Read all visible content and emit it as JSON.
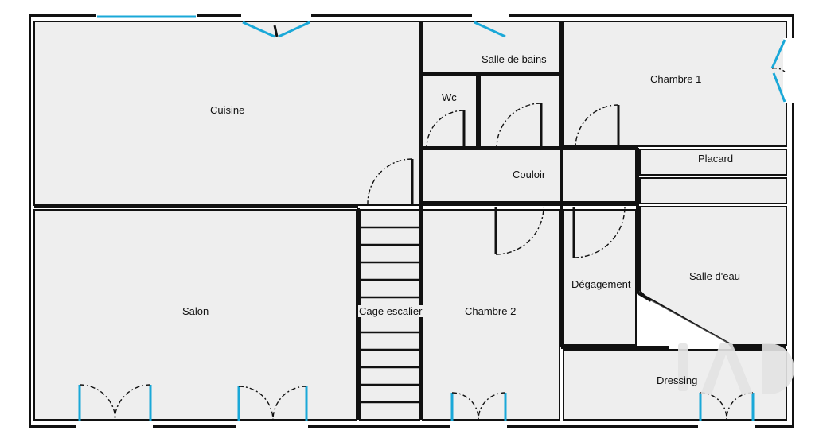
{
  "rooms": {
    "cuisine": "Cuisine",
    "salle_de_bains": "Salle de bains",
    "wc": "Wc",
    "chambre_1": "Chambre 1",
    "placard": "Placard",
    "couloir": "Couloir",
    "salon": "Salon",
    "cage_escalier": "Cage escalier",
    "chambre_2": "Chambre 2",
    "degagement": "Dégagement",
    "salle_d_eau": "Salle d'eau",
    "dressing": "Dressing"
  },
  "colors": {
    "wall": "#111111",
    "room_fill": "#eeeeee",
    "opening": "#1aa8d8",
    "watermark": "#e6e6e6"
  }
}
